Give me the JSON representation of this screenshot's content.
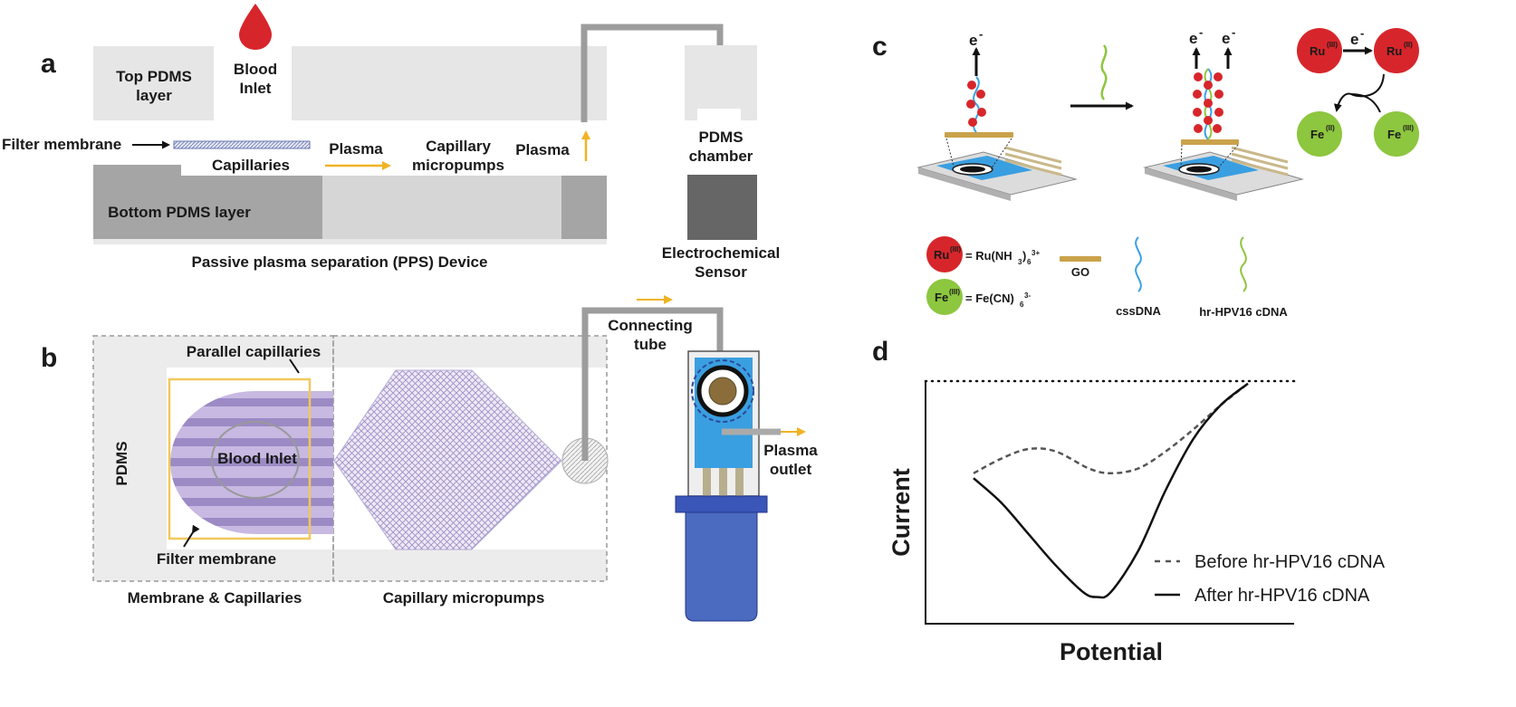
{
  "panels": {
    "a": "a",
    "b": "b",
    "c": "c",
    "d": "d"
  },
  "panel_a": {
    "top_pdms_1": "Top PDMS",
    "top_pdms_2": "layer",
    "blood_1": "Blood",
    "blood_2": "Inlet",
    "filter_membrane": "Filter membrane",
    "capillaries": "Capillaries",
    "plasma_1": "Plasma",
    "capillary_micropumps_1": "Capillary",
    "capillary_micropumps_2": "micropumps",
    "plasma_2": "Plasma",
    "bottom_pdms": "Bottom PDMS layer",
    "device_caption": "Passive plasma separation (PPS) Device",
    "pdms_chamber_1": "PDMS",
    "pdms_chamber_2": "chamber",
    "sensor_1": "Electrochemical",
    "sensor_2": "Sensor"
  },
  "panel_b": {
    "parallel_capillaries": "Parallel capillaries",
    "pdms": "PDMS",
    "blood_inlet": "Blood Inlet",
    "filter_membrane": "Filter membrane",
    "membrane_caption": "Membrane & Capillaries",
    "micropumps_caption": "Capillary micropumps",
    "connecting_1": "Connecting",
    "connecting_2": "tube",
    "plasma_outlet_1": "Plasma",
    "plasma_outlet_2": "outlet"
  },
  "panel_c": {
    "e1": "e",
    "e2": "e",
    "e3": "e",
    "e4": "e",
    "ru_left": "Ru",
    "ru_right": "Ru",
    "ru_ox": "(III)",
    "ru_red": "(II)",
    "fe_left": "Fe",
    "fe_right": "Fe",
    "fe_red": "(II)",
    "fe_ox": "(III)",
    "legend_ru_circle": "Ru",
    "legend_ru_ox": "(III)",
    "legend_ru_eq": "= Ru(NH",
    "legend_ru_sub": "3",
    "legend_ru_close": ")",
    "legend_ru_sub2": "6",
    "legend_ru_charge": "3+",
    "legend_fe_circle": "Fe",
    "legend_fe_ox": "(III)",
    "legend_fe_eq": "= Fe(CN)",
    "legend_fe_sub": "6",
    "legend_fe_charge": "3-",
    "go": "GO",
    "cssdna": "cssDNA",
    "hr_cdna": "hr-HPV16 cDNA"
  },
  "colors": {
    "ru": "#d7262b",
    "fe": "#8dc63f",
    "go": "#c9a24a",
    "electrode_blue": "#2f9be0",
    "arrow_yellow": "#f0b323",
    "membrane_purple": "#9b8ac4",
    "sensor_blue": "#4a6bbf",
    "ssdna_blue": "#3aa0e6",
    "cdna_green": "#8dc63f"
  },
  "chart_data": {
    "type": "line",
    "title": "",
    "xlabel": "Potential",
    "ylabel": "Current",
    "axis_ticks": "none",
    "legend_position": "bottom-right",
    "series": [
      {
        "name": "Before hr-HPV16 cDNA",
        "style": "dashed",
        "x": [
          0.0,
          0.1,
          0.2,
          0.3,
          0.42,
          0.5,
          0.6,
          0.7,
          0.8,
          0.9,
          1.0
        ],
        "y": [
          0.62,
          0.68,
          0.72,
          0.71,
          0.64,
          0.62,
          0.64,
          0.71,
          0.8,
          0.9,
          0.99
        ]
      },
      {
        "name": "After hr-HPV16 cDNA",
        "style": "solid",
        "x": [
          0.0,
          0.1,
          0.2,
          0.3,
          0.4,
          0.45,
          0.5,
          0.6,
          0.7,
          0.8,
          0.9,
          1.0
        ],
        "y": [
          0.6,
          0.5,
          0.37,
          0.24,
          0.13,
          0.11,
          0.13,
          0.3,
          0.55,
          0.76,
          0.9,
          0.99
        ]
      }
    ]
  }
}
